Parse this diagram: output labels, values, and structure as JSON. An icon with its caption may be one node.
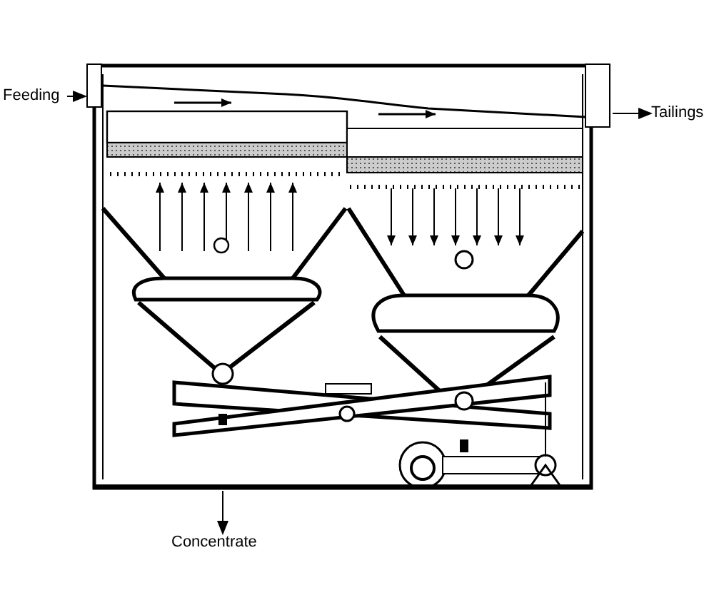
{
  "diagram": {
    "nodes": [
      {
        "text": [
          "Feeding"
        ]
      },
      {
        "text": [],
        "shape": "picture"
      },
      {
        "text": [
          "Tailings"
        ]
      },
      {
        "text": [
          "Concentrate"
        ]
      }
    ],
    "edges": [
      {
        "from": 0,
        "to": 1,
        "arrow": "to"
      },
      {
        "from": 1,
        "to": 2,
        "arrow": "to"
      },
      {
        "from": 1,
        "to": 3,
        "arrow": "to"
      }
    ]
  }
}
